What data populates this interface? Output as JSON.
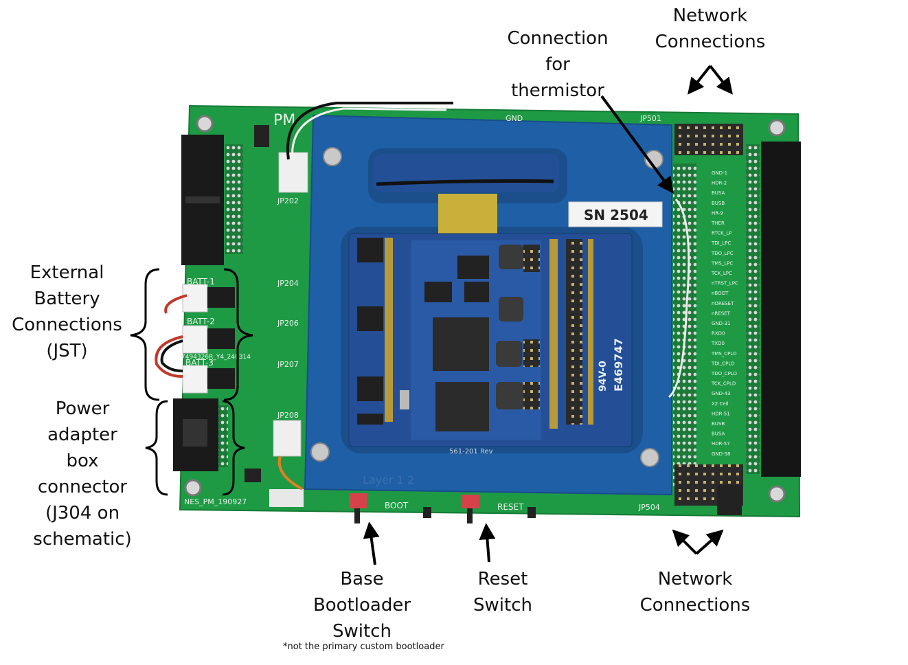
{
  "labels": {
    "network_top": "Network\nConnections",
    "thermistor": "Connection\nfor\nthermistor",
    "external_battery": "External\nBattery\nConnections\n(JST)",
    "power_adapter": "Power\nadapter\nbox\nconnector\n(J304 on\nschematic)",
    "base_bootloader": "Base\nBootloader\nSwitch",
    "bootloader_note": "*not the primary custom bootloader",
    "reset_switch": "Reset\nSwitch",
    "network_bottom": "Network\nConnections"
  },
  "silkscreen": {
    "pm": "PM",
    "batt1": "BATT-1",
    "batt2": "BATT-2",
    "batt3": "BATT-3",
    "jp202": "JP202",
    "jp204": "JP204",
    "jp206": "JP206",
    "jp207": "JP207",
    "jp208": "JP208",
    "jp501": "JP501",
    "jp504": "JP504",
    "gnd": "GND",
    "boot": "BOOT",
    "reset": "RESET",
    "board_id": "NES_PM_190927",
    "part_no": "7494326R_Y4_240314",
    "layer": "Layer 1 2",
    "sn": "SN 2504",
    "pcb_rev": "561-201 Rev",
    "ul_mark": "94V-0",
    "ul_code": "E469747",
    "pin_labels": [
      "GND-1",
      "HDR-2",
      "BUSA",
      "BUSB",
      "HR-9",
      "THER",
      "RTCK_LP",
      "TDI_LPC",
      "TDO_LPC",
      "TMS_LPC",
      "TCK_LPC",
      "nTRST_LPC",
      "nBOOT",
      "nORESET",
      "nRESET",
      "GND-31",
      "RXD0",
      "TXD0",
      "TMS_CPLD",
      "TDI_CPLD",
      "TDO_CPLD",
      "TCK_CPLD",
      "GND-43",
      "X2 Cell",
      "HDR-51",
      "BUSB",
      "BUSA",
      "HDR-57",
      "GND-58"
    ]
  },
  "colors": {
    "board_green": "#1e9a45",
    "carrier_blue": "#1f5fa6",
    "module_blue": "#244f97",
    "label_text": "#111111",
    "arrow": "#000000"
  }
}
